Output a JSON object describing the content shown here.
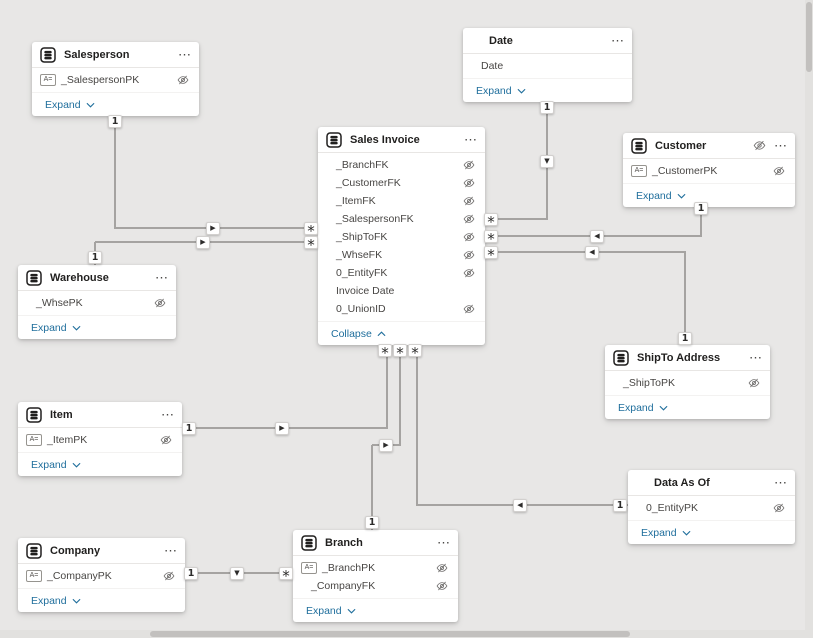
{
  "ui": {
    "more_icon": "⋯",
    "key_icon_glyph": "A="
  },
  "colors": {
    "canvas": "#e8e7e6",
    "card": "#ffffff",
    "link": "#1f6e9c",
    "line": "#a5a3a1",
    "text": "#201f1e"
  },
  "tables": [
    {
      "title": "Salesperson",
      "fields": [
        {
          "name": "_SalespersonPK"
        }
      ],
      "footer": "Expand"
    },
    {
      "title": "Date",
      "fields": [
        {
          "name": "Date"
        }
      ],
      "footer": "Expand"
    },
    {
      "title": "Sales Invoice",
      "fields": [
        {
          "name": "_BranchFK"
        },
        {
          "name": "_CustomerFK"
        },
        {
          "name": "_ItemFK"
        },
        {
          "name": "_SalespersonFK"
        },
        {
          "name": "_ShipToFK"
        },
        {
          "name": "_WhseFK"
        },
        {
          "name": "0_EntityFK"
        },
        {
          "name": "Invoice Date"
        },
        {
          "name": "0_UnionID"
        }
      ],
      "footer": "Collapse"
    },
    {
      "title": "Customer",
      "fields": [
        {
          "name": "_CustomerPK"
        }
      ],
      "footer": "Expand"
    },
    {
      "title": "Warehouse",
      "fields": [
        {
          "name": "_WhsePK"
        }
      ],
      "footer": "Expand"
    },
    {
      "title": "ShipTo Address",
      "fields": [
        {
          "name": "_ShipToPK"
        }
      ],
      "footer": "Expand"
    },
    {
      "title": "Item",
      "fields": [
        {
          "name": "_ItemPK"
        }
      ],
      "footer": "Expand"
    },
    {
      "title": "Data As Of",
      "fields": [
        {
          "name": "0_EntityPK"
        }
      ],
      "footer": "Expand"
    },
    {
      "title": "Company",
      "fields": [
        {
          "name": "_CompanyPK"
        }
      ],
      "footer": "Expand"
    },
    {
      "title": "Branch",
      "fields": [
        {
          "name": "_BranchPK"
        },
        {
          "name": "_CompanyFK"
        }
      ],
      "footer": "Expand"
    }
  ],
  "relationships": [
    {
      "from": "Salesperson",
      "to": "Sales Invoice",
      "from_card": "1",
      "to_card": "*",
      "arrow": "▶"
    },
    {
      "from": "Warehouse",
      "to": "Sales Invoice",
      "from_card": "1",
      "to_card": "*",
      "arrow": "▶"
    },
    {
      "from": "Date",
      "to": "Sales Invoice",
      "from_card": "1",
      "to_card": "*",
      "arrow": "▼"
    },
    {
      "from": "Customer",
      "to": "Sales Invoice",
      "from_card": "1",
      "to_card": "*",
      "arrow": "◀"
    },
    {
      "from": "ShipTo Address",
      "to": "Sales Invoice",
      "from_card": "1",
      "to_card": "*",
      "arrow": "◀"
    },
    {
      "from": "Item",
      "to": "Sales Invoice",
      "from_card": "1",
      "to_card": "*",
      "arrow": "▶"
    },
    {
      "from": "Branch",
      "to": "Sales Invoice",
      "from_card": "1",
      "to_card": "*",
      "arrow": "▶"
    },
    {
      "from": "Data As Of",
      "to": "Sales Invoice",
      "from_card": "1",
      "to_card": "*",
      "arrow": "◀"
    },
    {
      "from": "Company",
      "to": "Branch",
      "from_card": "1",
      "to_card": "*",
      "arrow": "▼"
    }
  ]
}
